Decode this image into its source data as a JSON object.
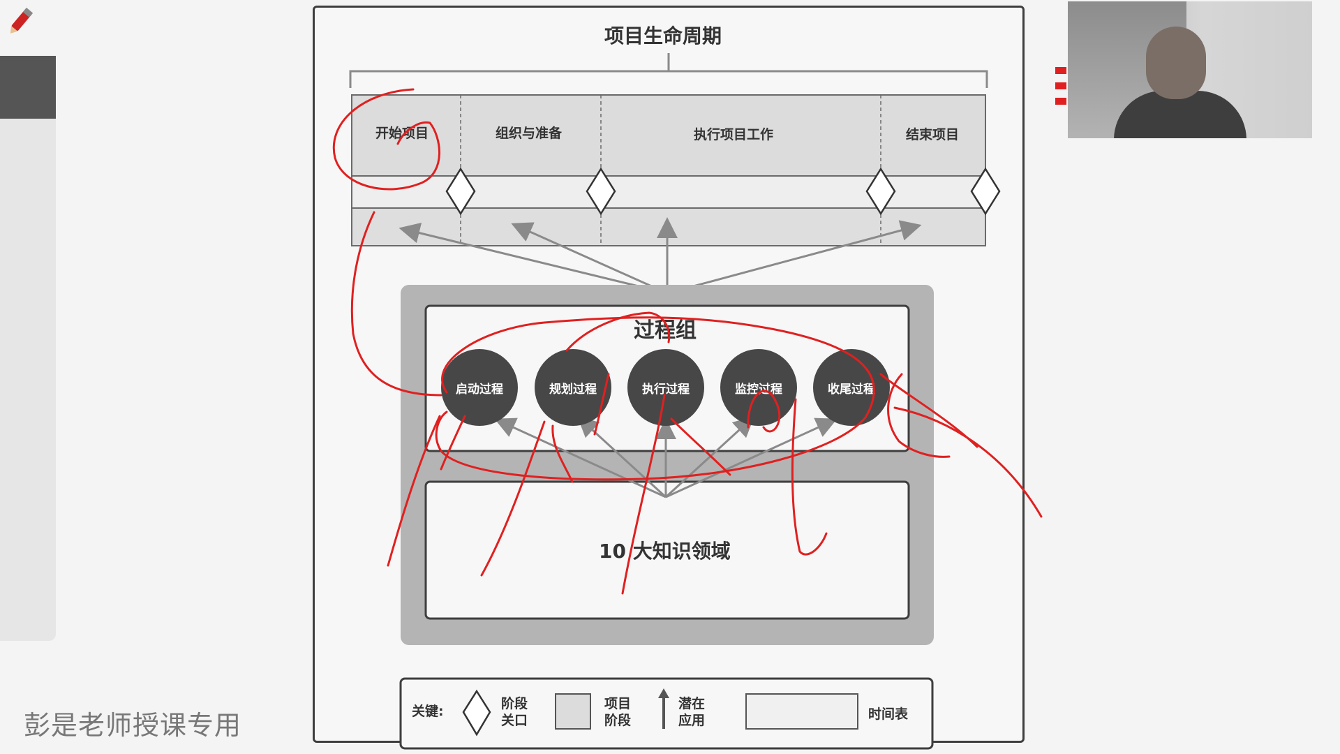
{
  "watermark": "彭是老师授课专用",
  "diagram": {
    "title": "项目生命周期",
    "phases": [
      "开始项目",
      "组织与准备",
      "执行项目工作",
      "结束项目"
    ],
    "process_group_title": "过程组",
    "processes": [
      "启动过程",
      "规划过程",
      "执行过程",
      "监控过程",
      "收尾过程"
    ],
    "knowledge_areas": "10 大知识领域"
  },
  "legend": {
    "key_label": "关键:",
    "phase_gate": "阶段关口",
    "project_phase": "项目阶段",
    "potential_use": "潜在应用",
    "timeline": "时间表"
  },
  "colors": {
    "annotation": "#e02020",
    "process_circle": "#474747",
    "frame": "#3e3e3e",
    "outer_panel": "#b4b4b4"
  }
}
